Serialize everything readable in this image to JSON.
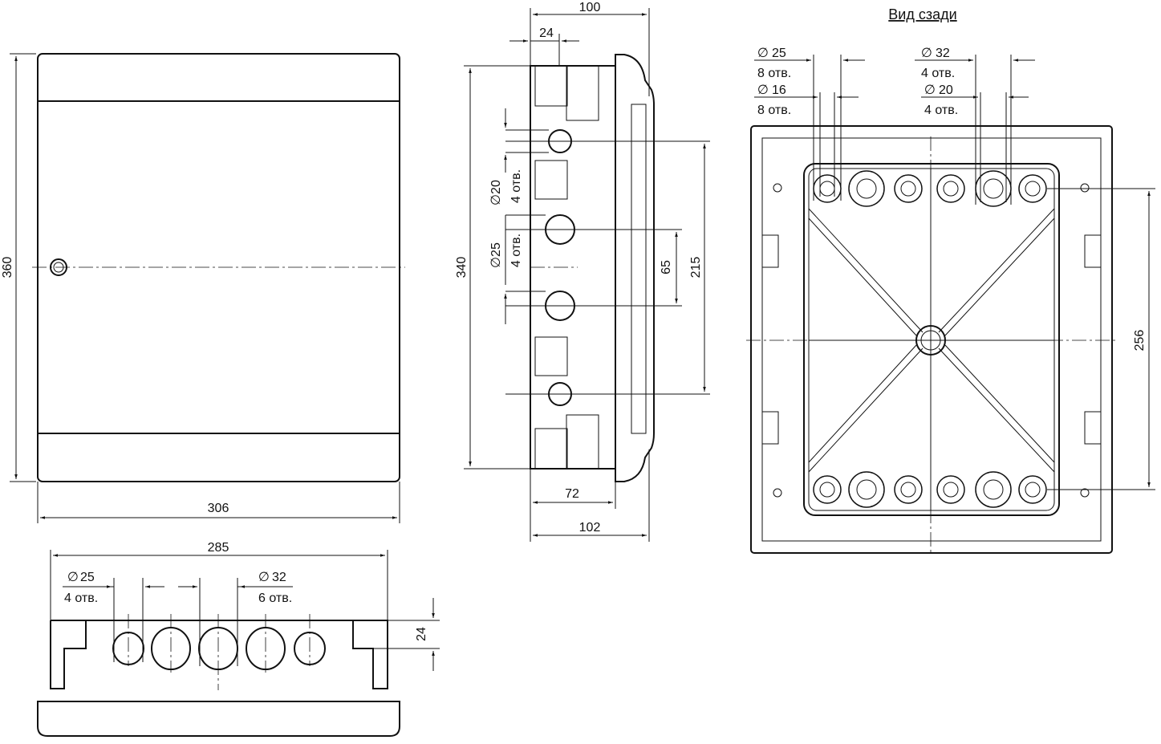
{
  "front_view": {
    "height_label": "360",
    "width_label": "306"
  },
  "side_view": {
    "depth_top_label": "100",
    "offset_label": "24",
    "height_label": "340",
    "hole_spacing_small_label": "65",
    "hole_spacing_large_label": "215",
    "inner_depth_label": "72",
    "depth_bottom_label": "102",
    "hole1_diameter": "20",
    "hole1_count": "4 отв.",
    "hole2_diameter": "25",
    "hole2_count": "4 отв."
  },
  "bottom_view": {
    "width_label": "285",
    "hole1_diameter": "25",
    "hole1_count": "4 отв.",
    "hole2_diameter": "32",
    "hole2_count": "6 отв.",
    "depth_label": "24"
  },
  "rear_view": {
    "title": "Вид сзади",
    "hole_a_diameter": "25",
    "hole_a_count": "8 отв.",
    "hole_b_diameter": "16",
    "hole_b_count": "8 отв.",
    "hole_c_diameter": "32",
    "hole_c_count": "4 отв.",
    "hole_d_diameter": "20",
    "hole_d_count": "4 отв.",
    "height_label": "256"
  },
  "symbols": {
    "diameter": "∅"
  }
}
